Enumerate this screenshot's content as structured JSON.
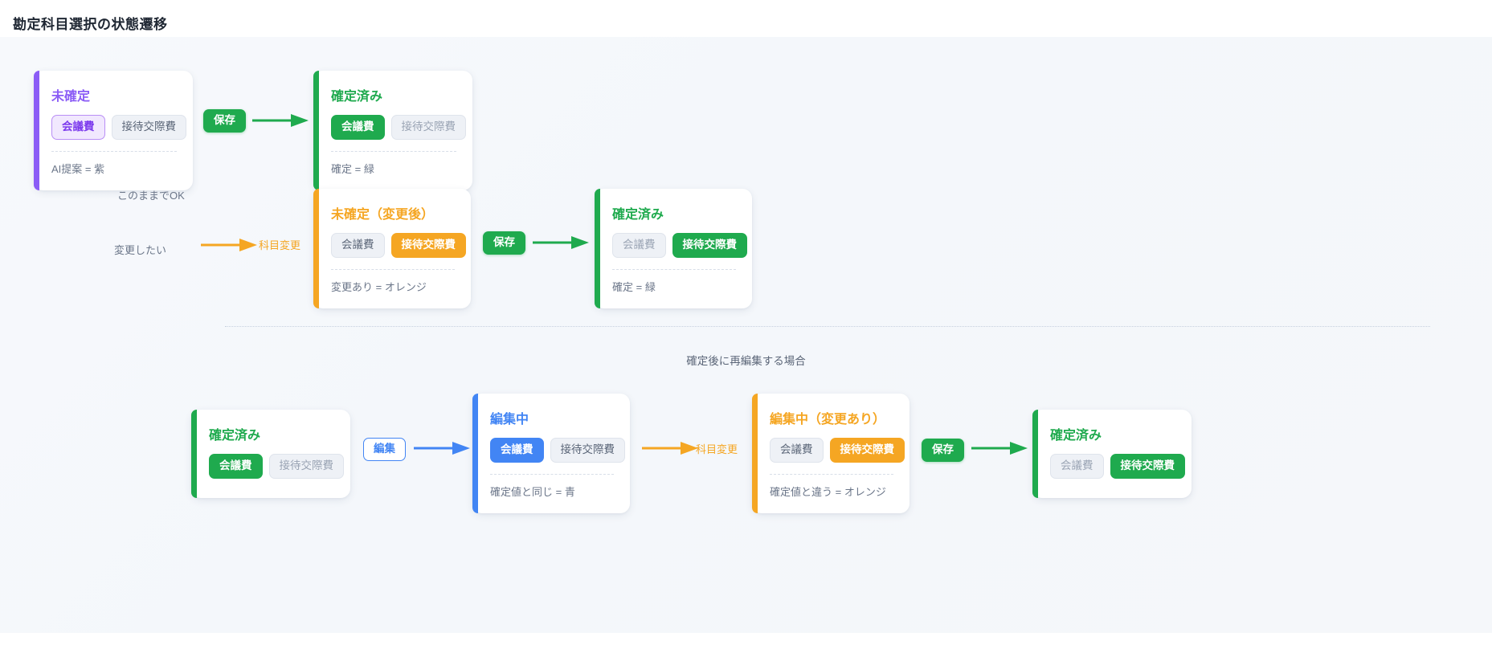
{
  "page": {
    "title": "勘定科目選択の状態遷移"
  },
  "labels": {
    "chip_meeting": "会議費",
    "chip_entertainment": "接待交際費",
    "save": "保存",
    "edit": "編集",
    "change_item": "科目変更",
    "keep_as_is": "このままでOK",
    "want_to_change": "変更したい",
    "section_reedit": "確定後に再編集する場合"
  },
  "colors": {
    "purple": "#8b5cf6",
    "green": "#1faa4e",
    "orange": "#f5a623",
    "blue": "#4285f4",
    "muted": "#9aa4b4",
    "background": "#f5f7fa"
  },
  "cards": {
    "undetermined": {
      "title": "未確定",
      "chip_left": "会議費",
      "chip_right": "接待交際費",
      "note": "AI提案 = 紫"
    },
    "confirmed_meeting": {
      "title": "確定済み",
      "chip_left": "会議費",
      "chip_right": "接待交際費",
      "note": "確定 = 緑"
    },
    "undetermined_changed": {
      "title": "未確定（変更後）",
      "chip_left": "会議費",
      "chip_right": "接待交際費",
      "note": "変更あり = オレンジ"
    },
    "confirmed_entertainment": {
      "title": "確定済み",
      "chip_left": "会議費",
      "chip_right": "接待交際費",
      "note": "確定 = 緑"
    },
    "confirmed_bottom": {
      "title": "確定済み",
      "chip_left": "会議費",
      "chip_right": "接待交際費"
    },
    "editing_same": {
      "title": "編集中",
      "chip_left": "会議費",
      "chip_right": "接待交際費",
      "note": "確定値と同じ = 青"
    },
    "editing_changed": {
      "title": "編集中（変更あり）",
      "chip_left": "会議費",
      "chip_right": "接待交際費",
      "note": "確定値と違う = オレンジ"
    },
    "confirmed_final": {
      "title": "確定済み",
      "chip_left": "会議費",
      "chip_right": "接待交際費"
    }
  }
}
